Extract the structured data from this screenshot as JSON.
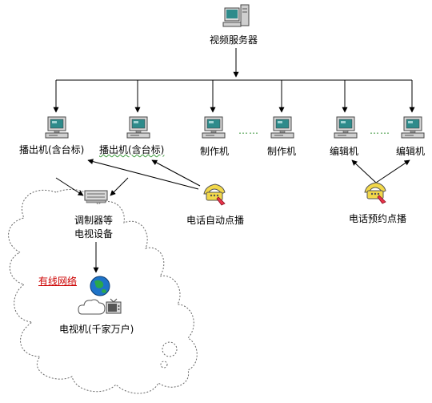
{
  "labels": {
    "server": "视频服务器",
    "playout1": "播出机(含台标)",
    "playout2": "播出机(含台标)",
    "production1": "制作机",
    "production2": "制作机",
    "editing1": "编辑机",
    "editing2": "编辑机",
    "modulator_line1": "调制器等",
    "modulator_line2": "电视设备",
    "auto_request": "电话自动点播",
    "booking_request": "电话预约点播",
    "cable_network": "有线网络",
    "tv_set": "电视机(千家万户)",
    "dots_production": "……",
    "dots_editing": "……"
  },
  "icons": {
    "server": "server-tower-icon",
    "playout": "desktop-computer-icon",
    "production": "desktop-computer-icon",
    "editing": "desktop-computer-icon",
    "modulator": "modulator-device-icon",
    "phone": "phone-icon",
    "globe": "globe-icon",
    "television": "television-icon",
    "cloud": "cloud-icon"
  },
  "colors": {
    "line": "#000000",
    "network_label": "#cc0000",
    "dots": "#2f8f2f",
    "cloud_outline": "#666666",
    "monitor_screen": "#2e8b8b",
    "phone_body": "#f2d84a",
    "phone_handset": "#e8334a",
    "globe": "#1e73c8"
  }
}
